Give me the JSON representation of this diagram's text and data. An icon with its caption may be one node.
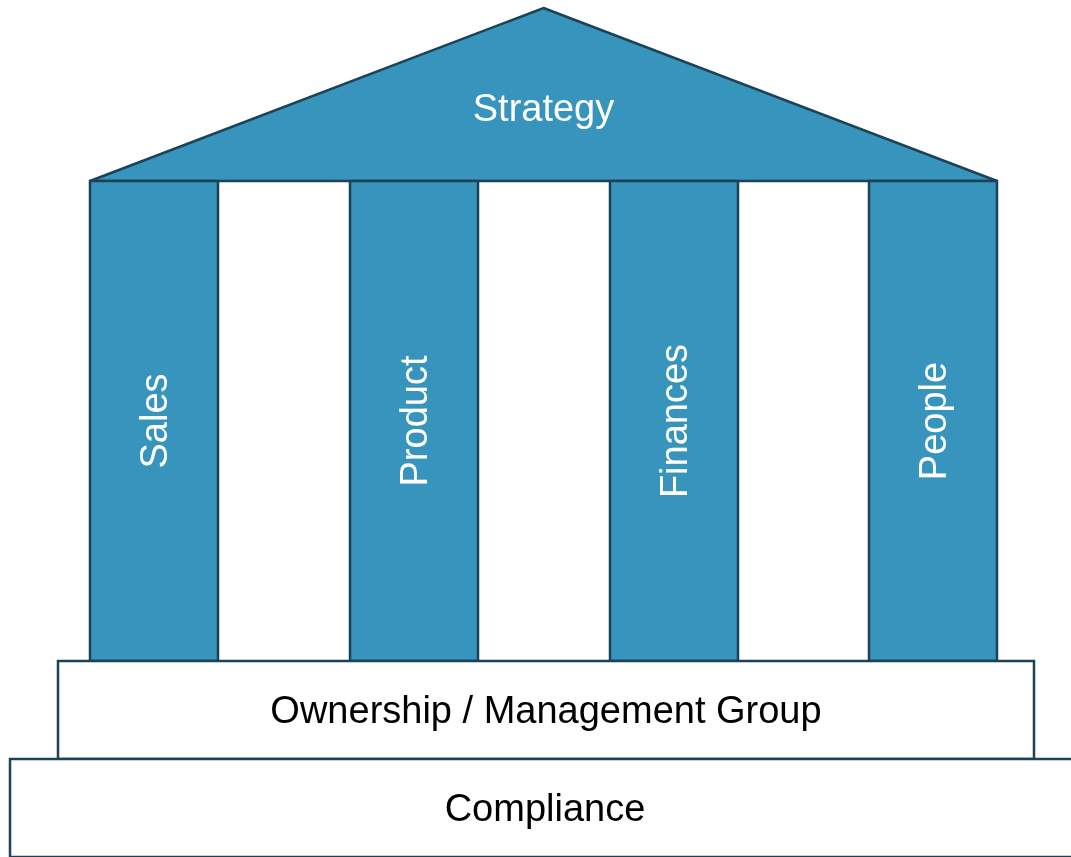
{
  "diagram": {
    "nodes": [
      {
        "text": [
          "Strategy"
        ]
      },
      {
        "text": [
          "Sales"
        ]
      },
      {
        "text": [
          "Product"
        ]
      },
      {
        "text": [
          "Finances"
        ]
      },
      {
        "text": [
          "People"
        ]
      },
      {
        "text": [
          "Ownership / Management Group"
        ]
      },
      {
        "text": [
          "Compliance"
        ]
      }
    ]
  }
}
